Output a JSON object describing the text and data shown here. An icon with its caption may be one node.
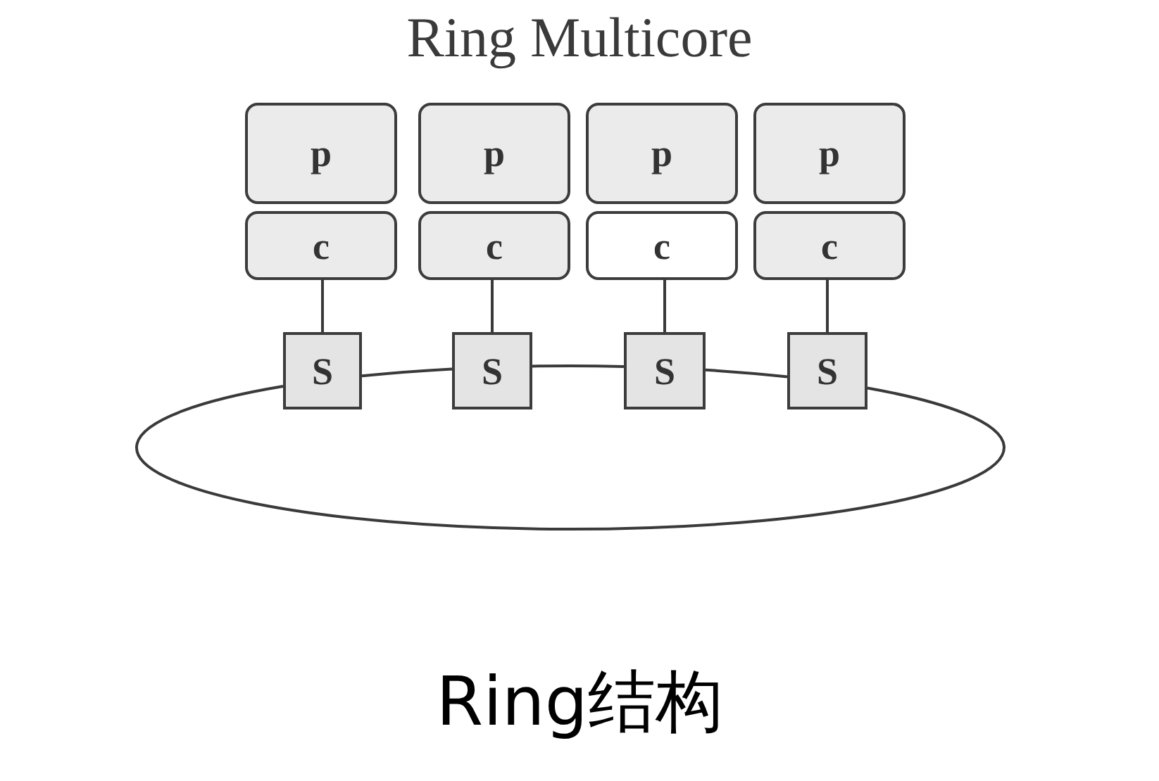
{
  "diagram": {
    "title": "Ring Multicore",
    "caption": "Ring结构",
    "nodes": [
      {
        "text": [
          "p"
        ]
      },
      {
        "text": [
          "p"
        ]
      },
      {
        "text": [
          "p"
        ]
      },
      {
        "text": [
          "p"
        ]
      },
      {
        "text": [
          "c"
        ]
      },
      {
        "text": [
          "c"
        ]
      },
      {
        "text": [
          "c"
        ]
      },
      {
        "text": [
          "c"
        ]
      },
      {
        "text": [
          "S"
        ]
      },
      {
        "text": [
          "S"
        ]
      },
      {
        "text": [
          "S"
        ]
      },
      {
        "text": [
          "S"
        ]
      }
    ],
    "edges": [
      {
        "from": 4,
        "to": 8,
        "arrow": "none"
      },
      {
        "from": 5,
        "to": 9,
        "arrow": "none"
      },
      {
        "from": 6,
        "to": 10,
        "arrow": "none"
      },
      {
        "from": 7,
        "to": 11,
        "arrow": "none"
      },
      {
        "from": 8,
        "to": 9,
        "arrow": "none"
      },
      {
        "from": 9,
        "to": 10,
        "arrow": "none"
      },
      {
        "from": 10,
        "to": 11,
        "arrow": "none"
      },
      {
        "from": 11,
        "to": 8,
        "arrow": "none"
      }
    ]
  }
}
